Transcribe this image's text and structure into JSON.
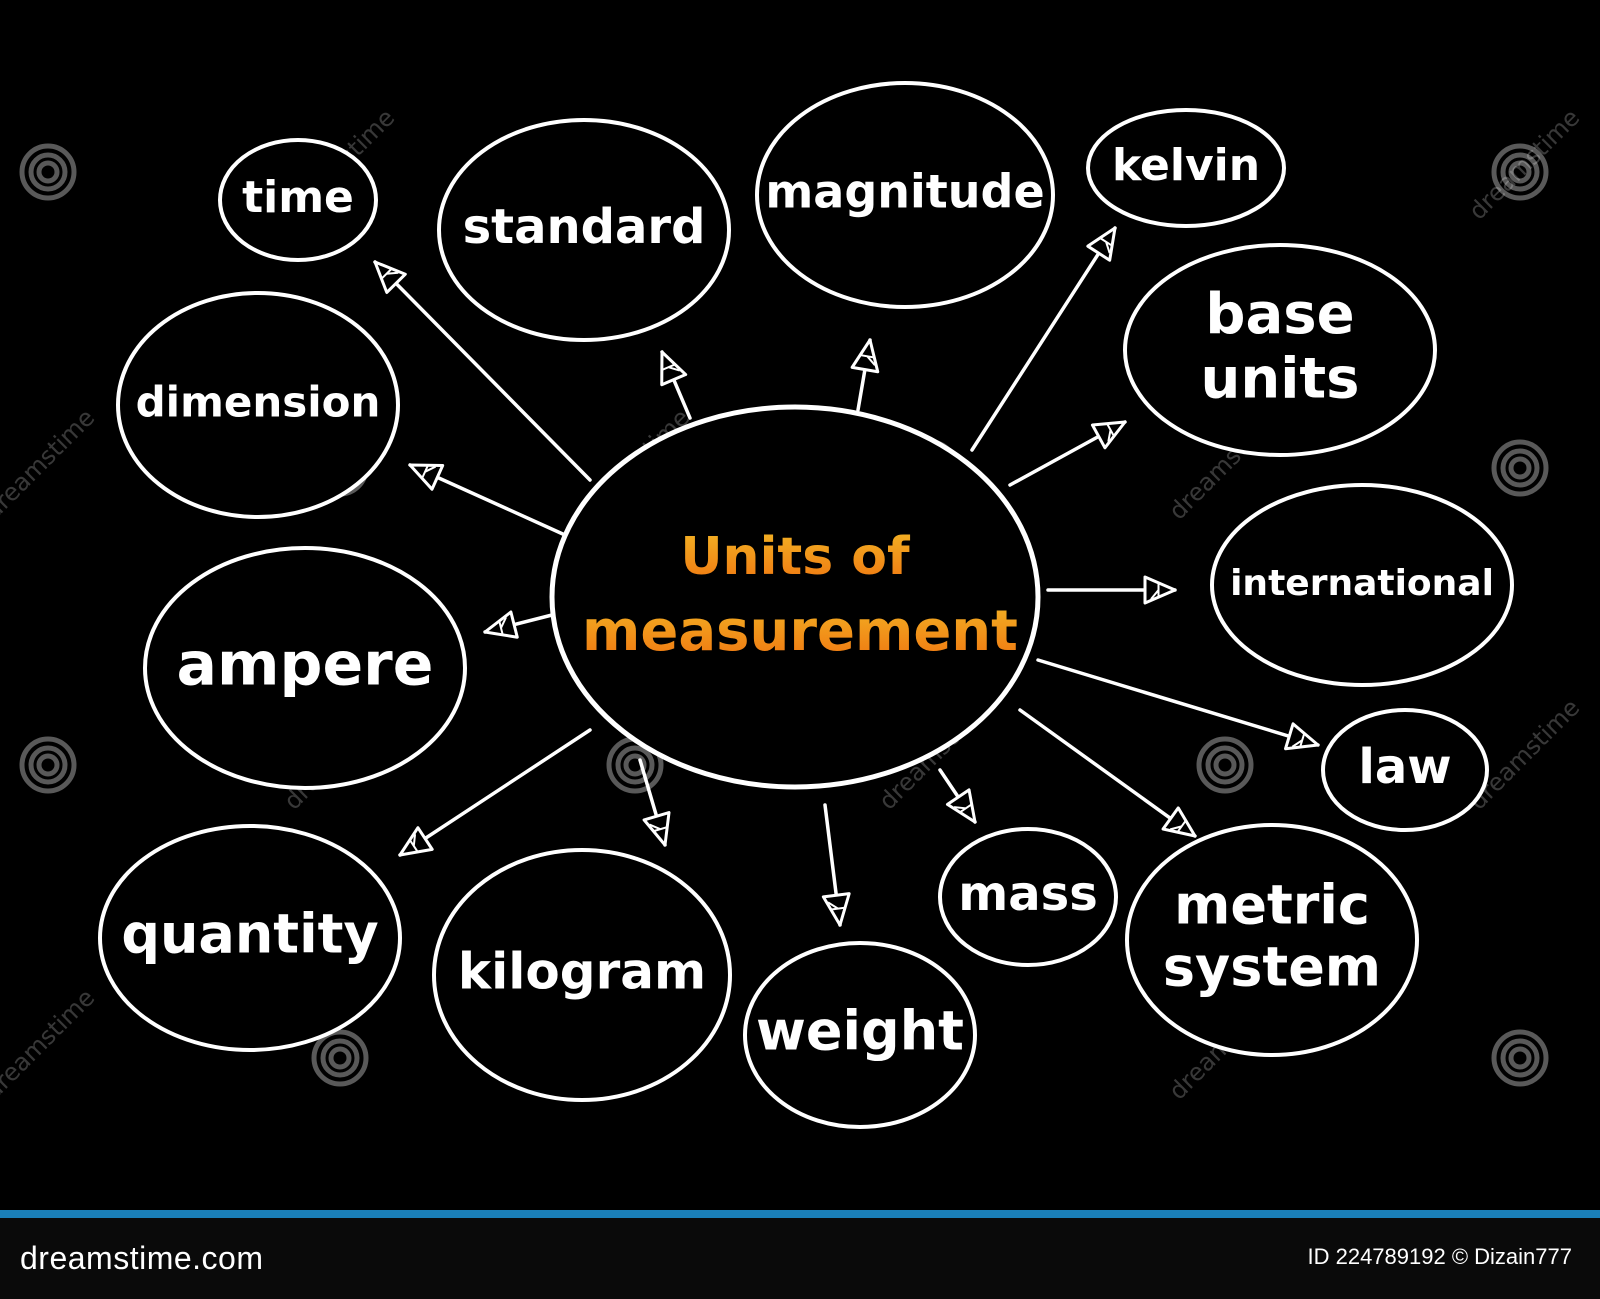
{
  "colors": {
    "background": "#000000",
    "stroke": "#ffffff",
    "center_text_gradient_top": "#f0b020",
    "center_text_gradient_bottom": "#f07a10",
    "footer_stripe": "#1a7fb8"
  },
  "center": {
    "line1": "Units of",
    "line2": "measurement"
  },
  "nodes": [
    {
      "id": "time",
      "lines": [
        "time"
      ]
    },
    {
      "id": "standard",
      "lines": [
        "standard"
      ]
    },
    {
      "id": "magnitude",
      "lines": [
        "magnitude"
      ]
    },
    {
      "id": "kelvin",
      "lines": [
        "kelvin"
      ]
    },
    {
      "id": "base-units",
      "lines": [
        "base",
        "units"
      ]
    },
    {
      "id": "dimension",
      "lines": [
        "dimension"
      ]
    },
    {
      "id": "international",
      "lines": [
        "international"
      ]
    },
    {
      "id": "ampere",
      "lines": [
        "ampere"
      ]
    },
    {
      "id": "law",
      "lines": [
        "law"
      ]
    },
    {
      "id": "quantity",
      "lines": [
        "quantity"
      ]
    },
    {
      "id": "kilogram",
      "lines": [
        "kilogram"
      ]
    },
    {
      "id": "weight",
      "lines": [
        "weight"
      ]
    },
    {
      "id": "mass",
      "lines": [
        "mass"
      ]
    },
    {
      "id": "metric-system",
      "lines": [
        "metric",
        "system"
      ]
    }
  ],
  "watermark": {
    "text": "dreamstime"
  },
  "footer": {
    "brand": "dreamstime.com",
    "id_text": "ID 224789192 © Dizain777"
  }
}
